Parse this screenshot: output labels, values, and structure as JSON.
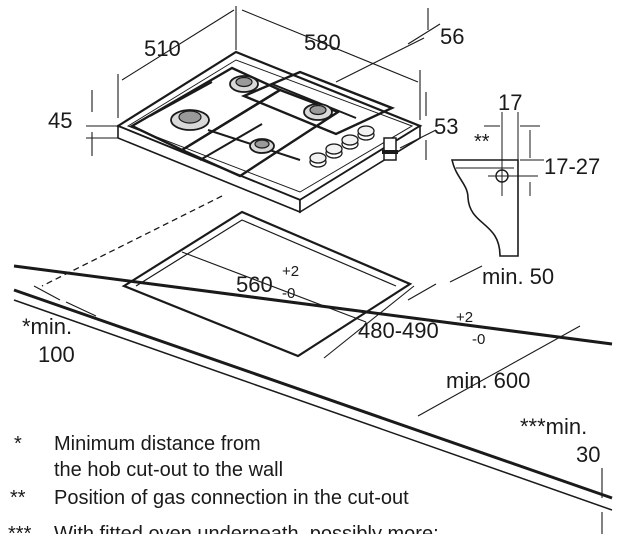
{
  "dimensions": {
    "hob_depth": "510",
    "hob_width": "580",
    "hob_height": "45",
    "right_56": "56",
    "right_53": "53",
    "detail_17": "17",
    "detail_17_27": "17-27",
    "detail_marker": "**",
    "cutout_width": "560",
    "cutout_width_tol_plus": "+2",
    "cutout_width_tol_minus": "-0",
    "cutout_depth": "480-490",
    "cutout_depth_tol_plus": "+2",
    "cutout_depth_tol_minus": "-0",
    "min_50": "min. 50",
    "min_100_line1": "*min.",
    "min_100_line2": "100",
    "min_600": "min. 600",
    "min_30_line1": "***min.",
    "min_30_line2": "30"
  },
  "notes": [
    {
      "marker": "*",
      "line1": "Minimum distance from",
      "line2": "the hob cut-out to the wall"
    },
    {
      "marker": "**",
      "line1": "Position of gas connection in the cut-out"
    },
    {
      "marker": "***",
      "line1": "With fitted oven underneath, possibly more;"
    }
  ]
}
